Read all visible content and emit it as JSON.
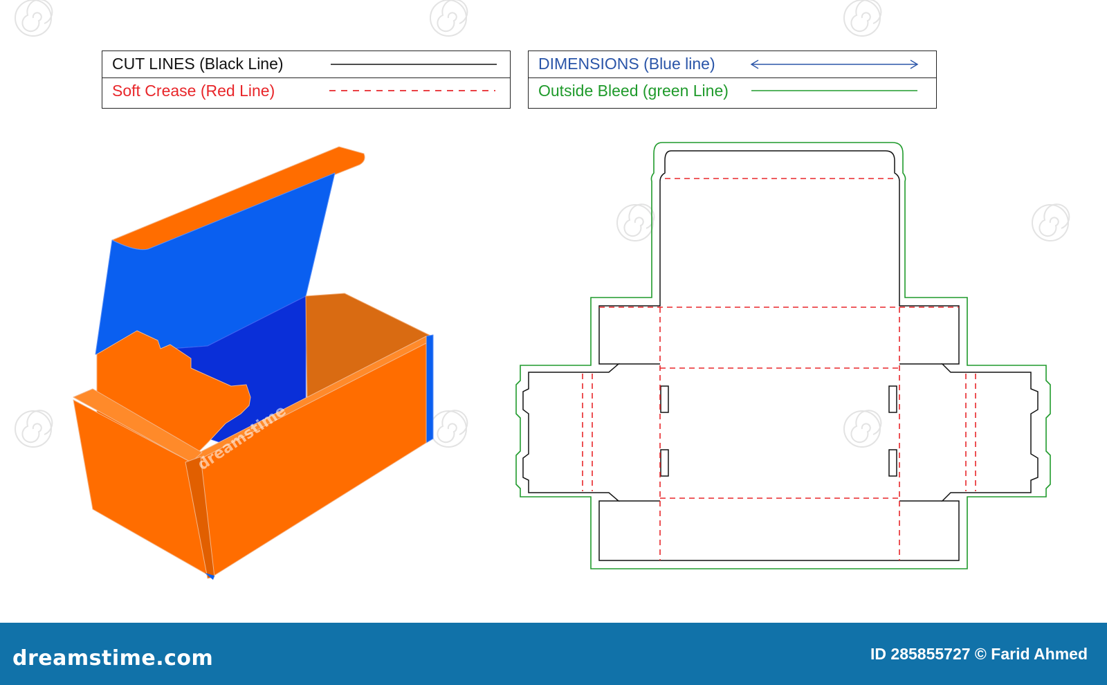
{
  "legend": {
    "cut_lines": {
      "label": "CUT LINES (Black Line)",
      "color": "#111111"
    },
    "soft_crease": {
      "label": "Soft Crease (Red Line)",
      "color": "#e8262a"
    },
    "dimensions": {
      "label": "DIMENSIONS (Blue line)",
      "color": "#2a55a8"
    },
    "outside_bleed": {
      "label": "Outside Bleed (green Line)",
      "color": "#1f9a2b"
    }
  },
  "box_colors": {
    "orange": "#ff6d00",
    "orange_dark": "#e15f00",
    "blue": "#0a5ff0",
    "blue_deep": "#0a2fd8",
    "tan": "#d96b12"
  },
  "watermark_text": "dreamstime",
  "footer": {
    "brand": "dreamstime.com",
    "stock_id": "ID 285855727 © Farid Ahmed"
  }
}
